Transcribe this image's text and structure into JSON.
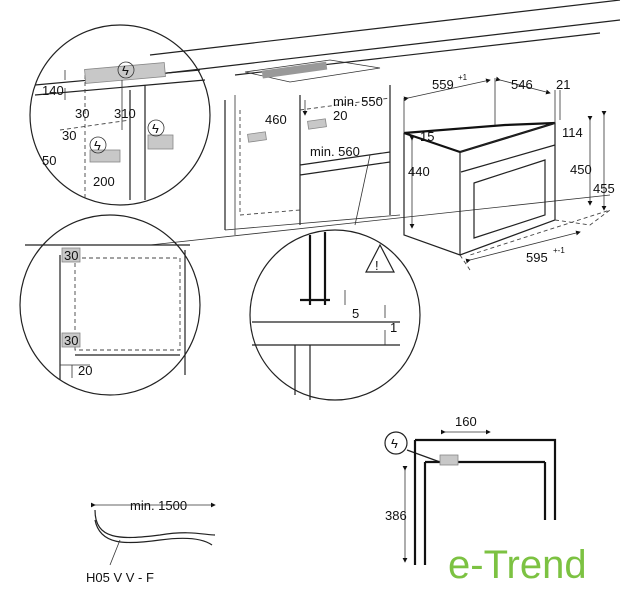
{
  "detail_top_left": {
    "d140": "140",
    "d30a": "30",
    "d310": "310",
    "d30b": "30",
    "d50": "50",
    "d200": "200"
  },
  "cabinet": {
    "d460": "460",
    "min550": "min. 550",
    "d20": "20",
    "min560": "min. 560"
  },
  "oven": {
    "d559": "559",
    "d559_tol": "+1",
    "d546": "546",
    "d21": "21",
    "d15": "15",
    "d114": "114",
    "d440": "440",
    "d450": "450",
    "d455": "455",
    "d595": "595",
    "d595_tol": "+-1"
  },
  "detail_left": {
    "d30top": "30",
    "d30bottom": "30",
    "d20": "20"
  },
  "detail_right": {
    "d5": "5",
    "d1": "1"
  },
  "side_view": {
    "d160": "160",
    "d386": "386"
  },
  "cable": {
    "length": "min. 1500",
    "type": "H05 V V - F"
  },
  "logo": {
    "text": "e-Trend"
  },
  "colors": {
    "logo": "#7cc242",
    "line": "#222222"
  }
}
